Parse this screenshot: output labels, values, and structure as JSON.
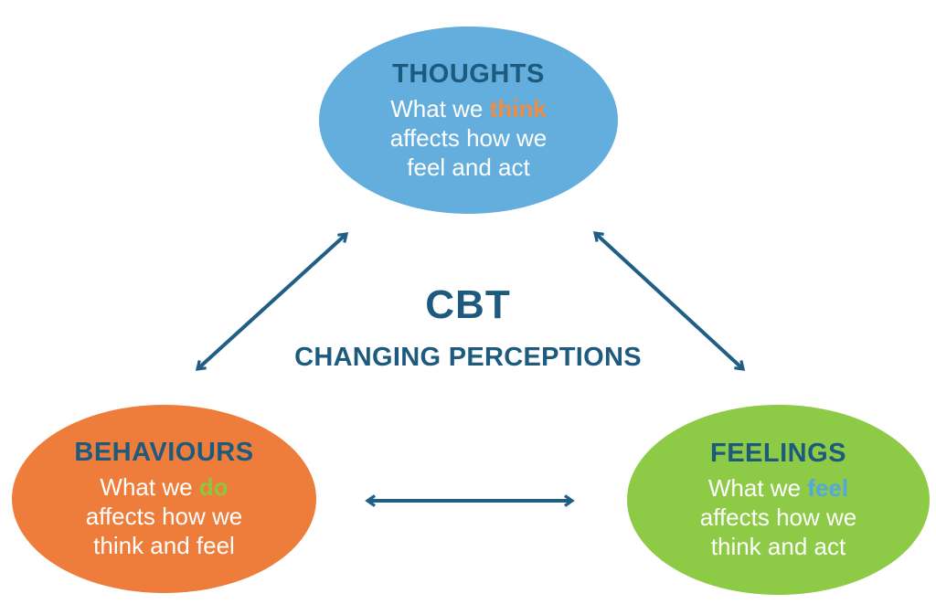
{
  "palette": {
    "background": "#ffffff",
    "heading_text": "#1d5a7d",
    "arrow": "#215e86",
    "body_text": "#ffffff",
    "thoughts_ellipse": "#63aedd",
    "behaviours_ellipse": "#ee7d3b",
    "feelings_ellipse": "#8dca45",
    "highlight_think": "#ef8c41",
    "highlight_do": "#8dc63f",
    "highlight_feel": "#55a8db"
  },
  "center": {
    "title": "CBT",
    "subtitle": "CHANGING PERCEPTIONS"
  },
  "nodes": {
    "thoughts": {
      "title": "THOUGHTS",
      "line1": "What we",
      "highlight": "think",
      "line2": "affects how we",
      "line3": "feel and act"
    },
    "behaviours": {
      "title": "BEHAVIOURS",
      "line1": "What we",
      "highlight": "do",
      "line2": "affects how we",
      "line3": "think and feel"
    },
    "feelings": {
      "title": "FEELINGS",
      "line1": "What we",
      "highlight": "feel",
      "line2": "affects how we",
      "line3": "think and act"
    }
  }
}
